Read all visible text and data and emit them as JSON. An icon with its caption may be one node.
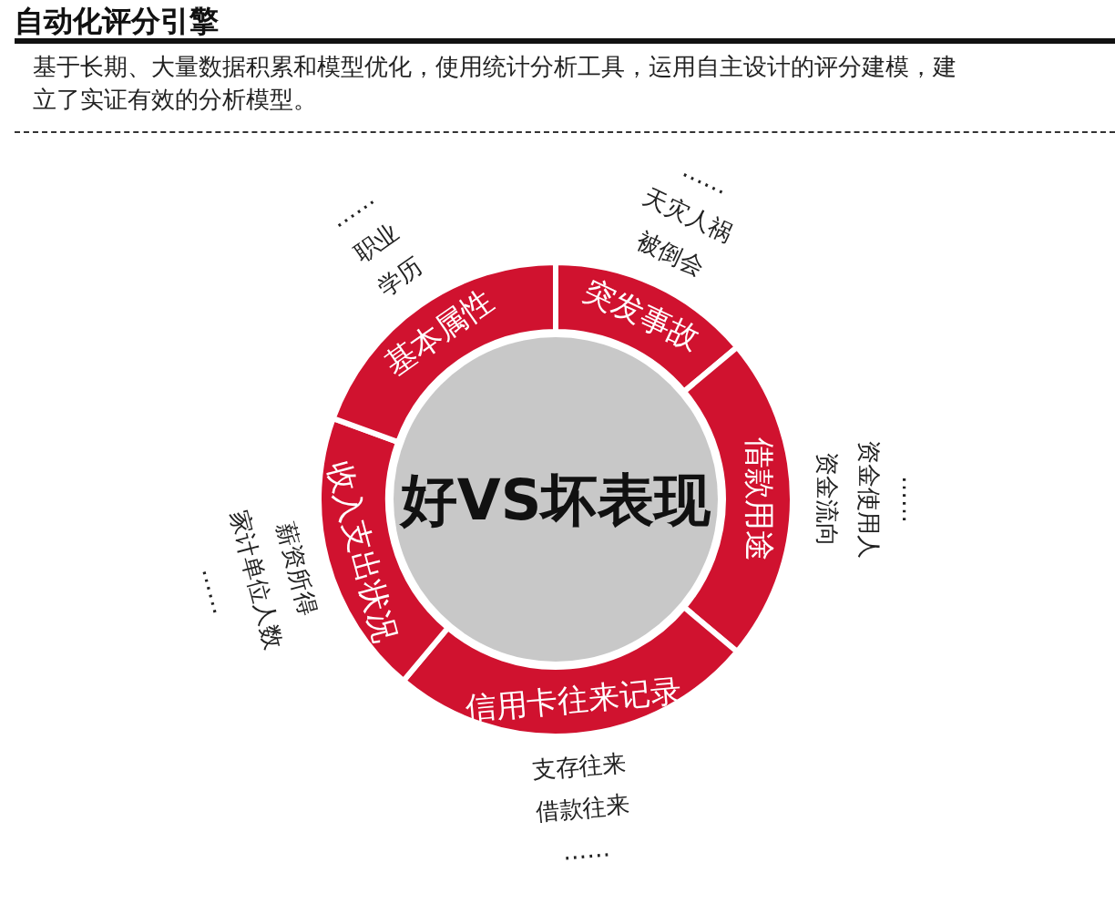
{
  "diagram": {
    "title": "自动化评分引擎",
    "nodes": [
      {
        "text": [
          "好VS坏表现"
        ]
      },
      {
        "text": [
          "突发事故"
        ],
        "beside": [
          "被倒会",
          "天灾人祸",
          "……"
        ]
      },
      {
        "text": [
          "借款用途"
        ],
        "beside": [
          "资金流向",
          "资金使用人",
          "……"
        ]
      },
      {
        "text": [
          "信用卡往来记录"
        ],
        "beside": [
          "支存往来",
          "借款往来",
          "……"
        ]
      },
      {
        "text": [
          "收入支出状况"
        ],
        "beside": [
          "薪资所得",
          "家计单位人数",
          "……"
        ]
      },
      {
        "text": [
          "基本属性"
        ],
        "beside": [
          "学历",
          "职业",
          "……"
        ]
      }
    ],
    "edges": [],
    "labels": [
      "基于长期、大量数据积累和模型优化，使用统计分析工具，运用自主设计的评分建模，建立了实证有效的分析模型。"
    ]
  }
}
